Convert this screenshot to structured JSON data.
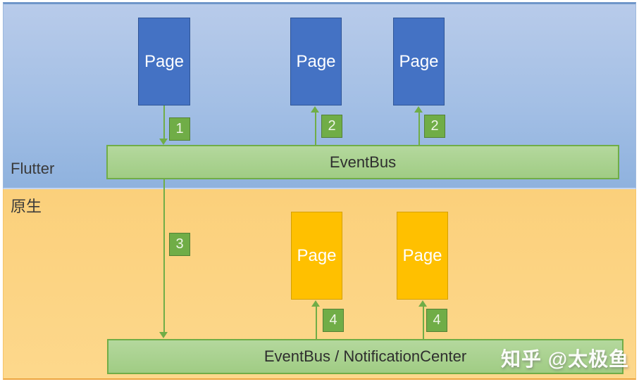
{
  "sections": {
    "flutter": {
      "label": "Flutter"
    },
    "native": {
      "label": "原生"
    }
  },
  "flutter_layer": {
    "pages": [
      "Page",
      "Page",
      "Page"
    ],
    "bus_label": "EventBus"
  },
  "native_layer": {
    "pages": [
      "Page",
      "Page"
    ],
    "bus_label": "EventBus / NotificationCenter"
  },
  "step_badges": [
    "1",
    "2",
    "2",
    "3",
    "4",
    "4"
  ],
  "watermark": "知乎 @太极鱼",
  "colors": {
    "flutter_bg_top": "#b8cbea",
    "flutter_bg_bottom": "#8fb2de",
    "native_bg_top": "#fbd07b",
    "native_bg_bottom": "#fdd88c",
    "page_blue_fill": "#4472c4",
    "page_blue_border": "#2f5597",
    "page_orange_fill": "#ffc000",
    "page_orange_border": "#d5a000",
    "bus_fill": "#a9d18e",
    "bus_border": "#70ad47",
    "arrow_green": "#70ad47",
    "badge_fill": "#70ad47",
    "badge_border": "#538135"
  }
}
